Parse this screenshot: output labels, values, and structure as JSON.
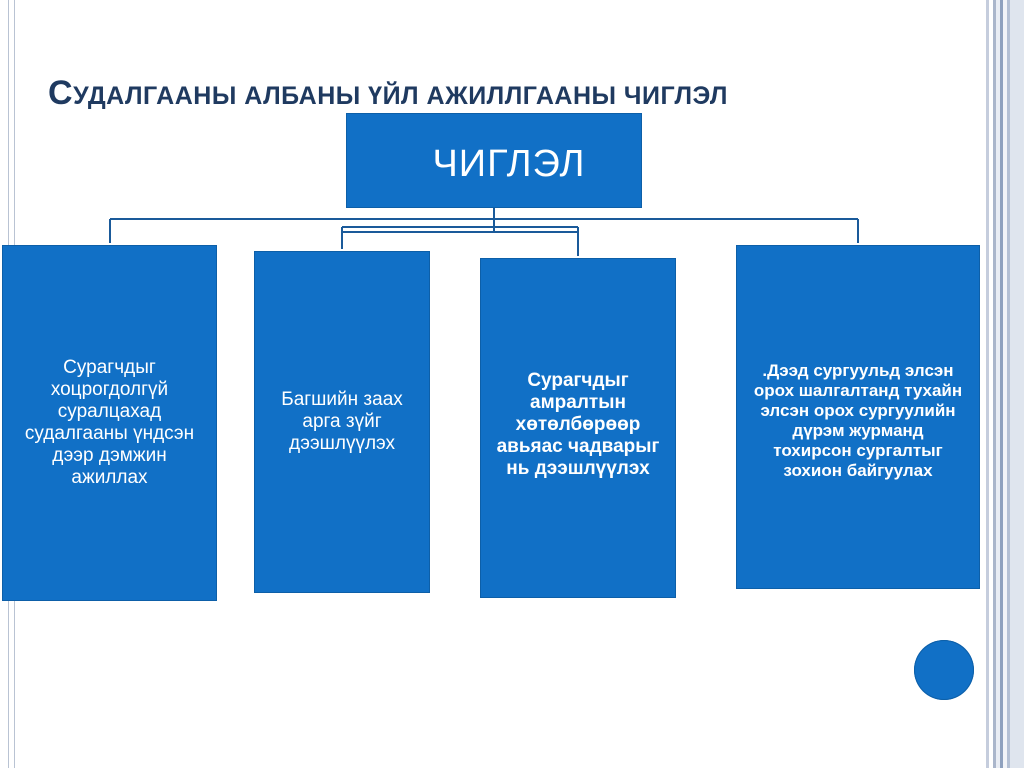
{
  "title": {
    "first_letter": "С",
    "rest": "УДАЛГААНЫ АЛБАНЫ ҮЙЛ АЖИЛЛГААНЫ ЧИГЛЭЛ"
  },
  "diagram": {
    "root": "ЧИГЛЭЛ",
    "children": [
      "Сурагчдыг\nхоцрогдолгүй\nсуралцахад\nсудалгааны  үндсэн\nдээр дэмжин\nажиллах",
      "Багшийн заах\nарга зүйг\nдээшлүүлэх",
      "Сурагчдыг\nамралтын\nхөтөлбөрөөр\nавьяас чадварыг\nнь  дээшлүүлэх",
      ".Дээд сургуульд элсэн\nорох шалгалтанд тухайн\nэлсэн орох сургуулийн\nдүрэм журманд\nтохирсон сургалтыг\nзохион байгуулах"
    ]
  },
  "colors": {
    "box_fill": "#1170c6",
    "connector": "#1a5a9a",
    "title": "#1f3a60"
  },
  "icons": {
    "decoration": "blue-circle-icon"
  }
}
